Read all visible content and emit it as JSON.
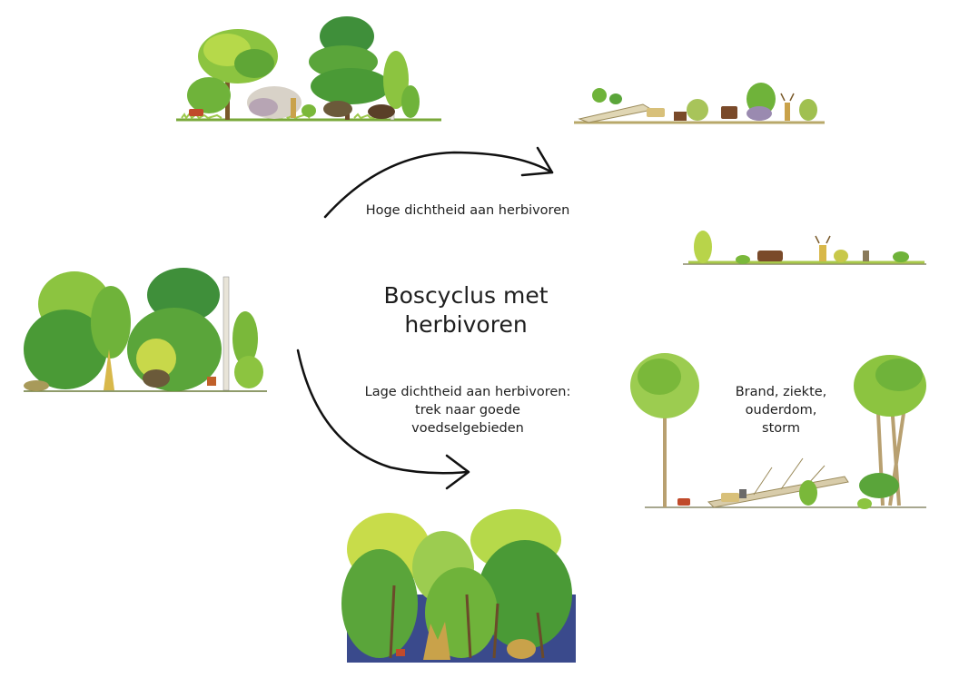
{
  "diagram": {
    "title": "Boscyclus met herbivoren",
    "title_lines": [
      "Boscyclus met",
      "herbivoren"
    ],
    "type": "cycle",
    "captions": {
      "high_density": "Hoge dichtheid aan herbivoren",
      "low_density": {
        "lines": [
          "Lage dichtheid aan herbivoren:",
          "trek naar goede",
          "voedselgebieden"
        ]
      },
      "disturbance": {
        "lines": [
          "Brand, ziekte,",
          "ouderdom,",
          "storm"
        ]
      }
    },
    "scenes": [
      {
        "id": "open-woodland",
        "description": "open woodland with scattered trees, deer, bison and cattle grazing"
      },
      {
        "id": "grazed-shrubland",
        "description": "grazed shrubs and fallen logs with bison, cattle and red deer"
      },
      {
        "id": "grassland",
        "description": "open grassland with cattle, red deer and horse"
      },
      {
        "id": "disturbed-forest",
        "description": "dead and fallen trees after disturbance with grazing animals"
      },
      {
        "id": "dense-forest",
        "description": "closed young forest with bison and deer"
      },
      {
        "id": "mixed-forest",
        "description": "mixed forest edge with bison, deer and birch"
      }
    ],
    "arrows": [
      {
        "id": "arrow-high-density",
        "from": "open-woodland",
        "to": "grazed-shrubland"
      },
      {
        "id": "arrow-low-density",
        "from": "mixed-forest",
        "to": "dense-forest"
      }
    ],
    "colors": {
      "background": "#ffffff",
      "text": "#1e1e1e",
      "foliage_light": "#b8d84a",
      "foliage_mid": "#6fb33a",
      "foliage_dark": "#2f7d2a",
      "trunk": "#8a6a3a",
      "ground": "#8fb84a",
      "shadow_blue": "#3a4a8c",
      "animal_brown": "#6b3f22",
      "animal_red": "#c04a2a",
      "animal_tan": "#c9a24a"
    }
  }
}
